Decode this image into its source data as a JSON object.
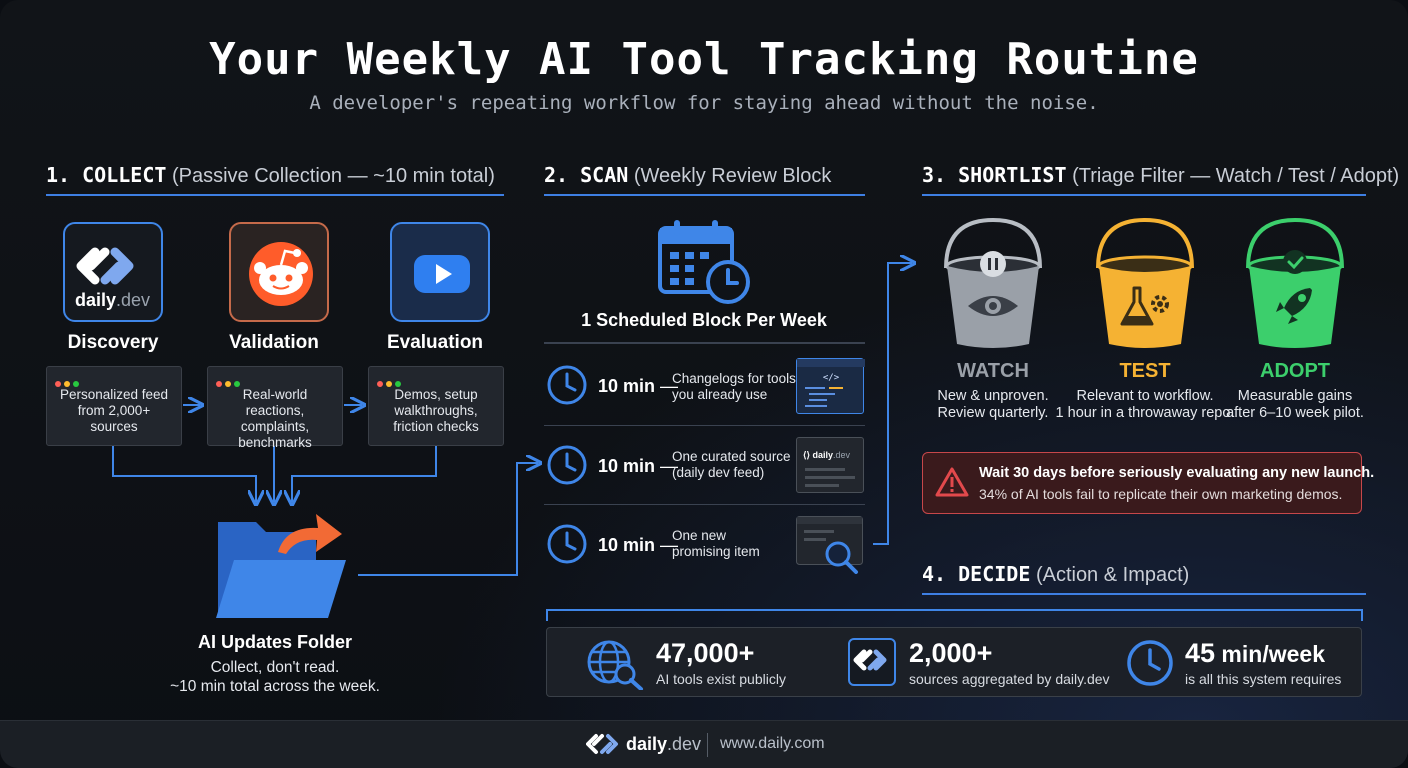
{
  "title": "Your Weekly AI Tool Tracking Routine",
  "subtitle": "A developer's repeating workflow for staying ahead without the noise.",
  "collect": {
    "number": "1. COLLECT",
    "heading": "(Passive Collection — ~10 min total)",
    "sources": [
      {
        "label": "Discovery",
        "icon": "daily-dev-logo",
        "brand": "daily",
        "brand_tld": ".dev",
        "desc": "Personalized feed from 2,000+ sources"
      },
      {
        "label": "Validation",
        "icon": "reddit-icon",
        "desc": "Real-world reactions, complaints, benchmarks"
      },
      {
        "label": "Evaluation",
        "icon": "youtube-icon",
        "desc": "Demos, setup walkthroughs, friction checks"
      }
    ],
    "folder": {
      "icon": "folder-arrow-icon",
      "title": "AI Updates Folder",
      "line1": "Collect, don't read.",
      "line2": "~10 min total across the week."
    }
  },
  "scan": {
    "number": "2. SCAN",
    "heading": "(Weekly Review Block",
    "icon": "calendar-clock-icon",
    "subtitle": "1 Scheduled Block Per Week",
    "rows": [
      {
        "minutes": "10 min",
        "dash": "—",
        "desc_line1": "Changelogs for tools",
        "desc_line2": "you already use",
        "thumb": "code-window-icon"
      },
      {
        "minutes": "10 min",
        "dash": "—",
        "desc_line1": "One curated source",
        "desc_line2": "(daily dev feed)",
        "thumb": "daily-dev-feed-icon",
        "thumb_brand": "daily",
        "thumb_tld": ".dev"
      },
      {
        "minutes": "10 min",
        "dash": "—",
        "desc_line1": "One new",
        "desc_line2": "promising item",
        "thumb": "search-window-icon"
      }
    ]
  },
  "shortlist": {
    "number": "3. SHORTLIST",
    "heading": "(Triage Filter — Watch / Test / Adopt)",
    "buckets": [
      {
        "label": "WATCH",
        "color": "#9aa0a8",
        "icon": "eye-pause-bucket-icon",
        "line1": "New & unproven.",
        "line2": "Review quarterly."
      },
      {
        "label": "TEST",
        "color": "#f5b233",
        "icon": "flask-gear-bucket-icon",
        "line1": "Relevant to workflow.",
        "line2": "1 hour in a throwaway repo."
      },
      {
        "label": "ADOPT",
        "color": "#3ccf6c",
        "icon": "rocket-check-bucket-icon",
        "line1": "Measurable gains",
        "line2": "after 6–10 week pilot."
      }
    ],
    "warning": {
      "icon": "warning-icon",
      "title": "Wait 30 days before seriously evaluating any new launch.",
      "text": "34% of AI tools fail to replicate their own marketing demos."
    }
  },
  "decide": {
    "number": "4. DECIDE",
    "heading": "(Action & Impact)",
    "stats": [
      {
        "icon": "globe-search-icon",
        "value": "47,000+",
        "label": "AI tools exist publicly"
      },
      {
        "icon": "daily-dev-icon",
        "value": "2,000+",
        "label": "sources aggregated by daily.dev"
      },
      {
        "icon": "clock-icon",
        "value": "45",
        "value_unit": " min/week",
        "label": "is all this system requires"
      }
    ]
  },
  "footer": {
    "brand": "daily",
    "brand_tld": ".dev",
    "url": "www.daily.com"
  },
  "colors": {
    "accent": "#3f86e8",
    "watch": "#9aa0a8",
    "test": "#f5b233",
    "adopt": "#3ccf6c",
    "warning": "#c7474a",
    "reddit": "#ff5c2a"
  }
}
